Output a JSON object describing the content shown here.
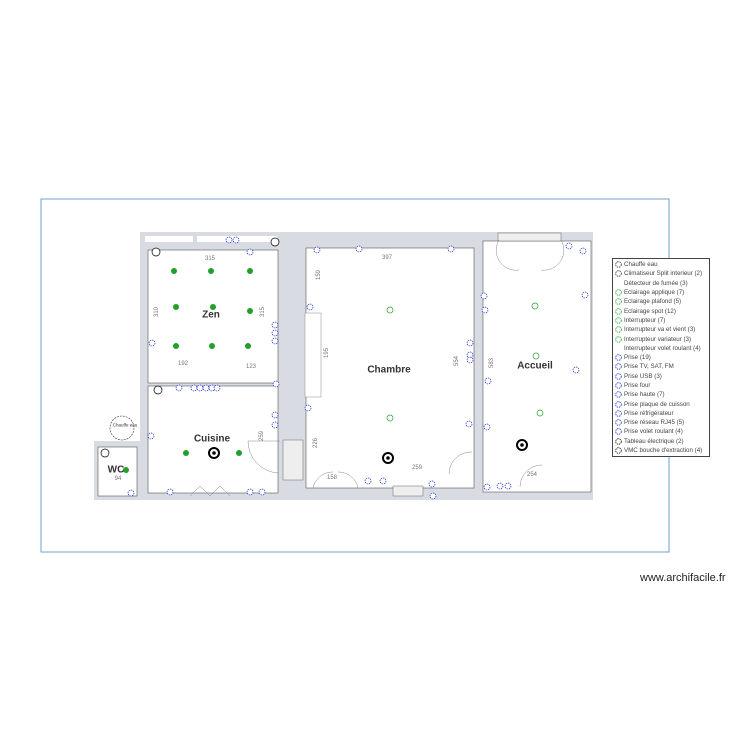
{
  "rooms": [
    {
      "name": "Zen"
    },
    {
      "name": "Cuisine"
    },
    {
      "name": "Chambre"
    },
    {
      "name": "Accueil"
    },
    {
      "name": "WC"
    }
  ],
  "dimensions": {
    "zen_top": "315",
    "zen_left": "310",
    "zen_right": "315",
    "zen_bottom_left": "192",
    "zen_bottom_right": "123",
    "cuisine_right": "259",
    "wc": "94",
    "chambre_top": "397",
    "chambre_left_top": "159",
    "chambre_left_mid": "195",
    "chambre_left_bottom": "226",
    "chambre_right": "554",
    "chambre_bottom": "259",
    "chambre_door": "158",
    "accueil_left": "583",
    "accueil_bottom": "254"
  },
  "chauffe_eau_label": "Chauffe eau",
  "legend": {
    "items": [
      {
        "label": "Chauffe eau",
        "icon": "water-heater-icon",
        "color": "#333333"
      },
      {
        "label": "Climatiseur Split interieur (2)",
        "icon": "air-conditioner-icon",
        "color": "#333333"
      },
      {
        "label": "Détecteur de fumée (3)",
        "icon": "",
        "color": "#333333"
      },
      {
        "label": "Eclairage applique (7)",
        "icon": "wall-light-icon",
        "color": "#22a02a"
      },
      {
        "label": "Eclairage plafond (5)",
        "icon": "ceiling-light-icon",
        "color": "#22a02a"
      },
      {
        "label": "Eclairage spot (12)",
        "icon": "spot-light-icon",
        "color": "#22a02a"
      },
      {
        "label": "Interrupteur (7)",
        "icon": "switch-icon",
        "color": "#22a02a"
      },
      {
        "label": "Interrupteur va et vient (3)",
        "icon": "two-way-switch-icon",
        "color": "#22a02a"
      },
      {
        "label": "Interrupteur variateur (3)",
        "icon": "dimmer-switch-icon",
        "color": "#22a02a"
      },
      {
        "label": "Interrupteur volet roulant (4)",
        "icon": "",
        "color": "#22a02a"
      },
      {
        "label": "Prise (19)",
        "icon": "outlet-icon",
        "color": "#2233cc"
      },
      {
        "label": "Prise TV, SAT, FM",
        "icon": "tv-outlet-icon",
        "color": "#2233cc"
      },
      {
        "label": "Prise USB (3)",
        "icon": "usb-outlet-icon",
        "color": "#2233cc"
      },
      {
        "label": "Prise four",
        "icon": "oven-outlet-icon",
        "color": "#2233cc"
      },
      {
        "label": "Prise haute (7)",
        "icon": "high-outlet-icon",
        "color": "#2233cc"
      },
      {
        "label": "Prise plaque de cuisson",
        "icon": "cooktop-outlet-icon",
        "color": "#2233cc"
      },
      {
        "label": "Prise réfrigérateur",
        "icon": "fridge-outlet-icon",
        "color": "#2233cc"
      },
      {
        "label": "Prise réseau RJ45 (5)",
        "icon": "rj45-outlet-icon",
        "color": "#2233cc"
      },
      {
        "label": "Prise volet roulant (4)",
        "icon": "shutter-outlet-icon",
        "color": "#2233cc"
      },
      {
        "label": "Tableau électrique (2)",
        "icon": "electrical-panel-icon",
        "color": "#111111"
      },
      {
        "label": "VMC bouche d'extraction (4)",
        "icon": "vmc-extraction-icon",
        "color": "#111111"
      }
    ]
  },
  "colors": {
    "frame": "#6fa0d0",
    "wall": "#d8dce2",
    "light": "#22a02a",
    "outlet": "#2233cc"
  },
  "watermark": "www.archifacile.fr"
}
